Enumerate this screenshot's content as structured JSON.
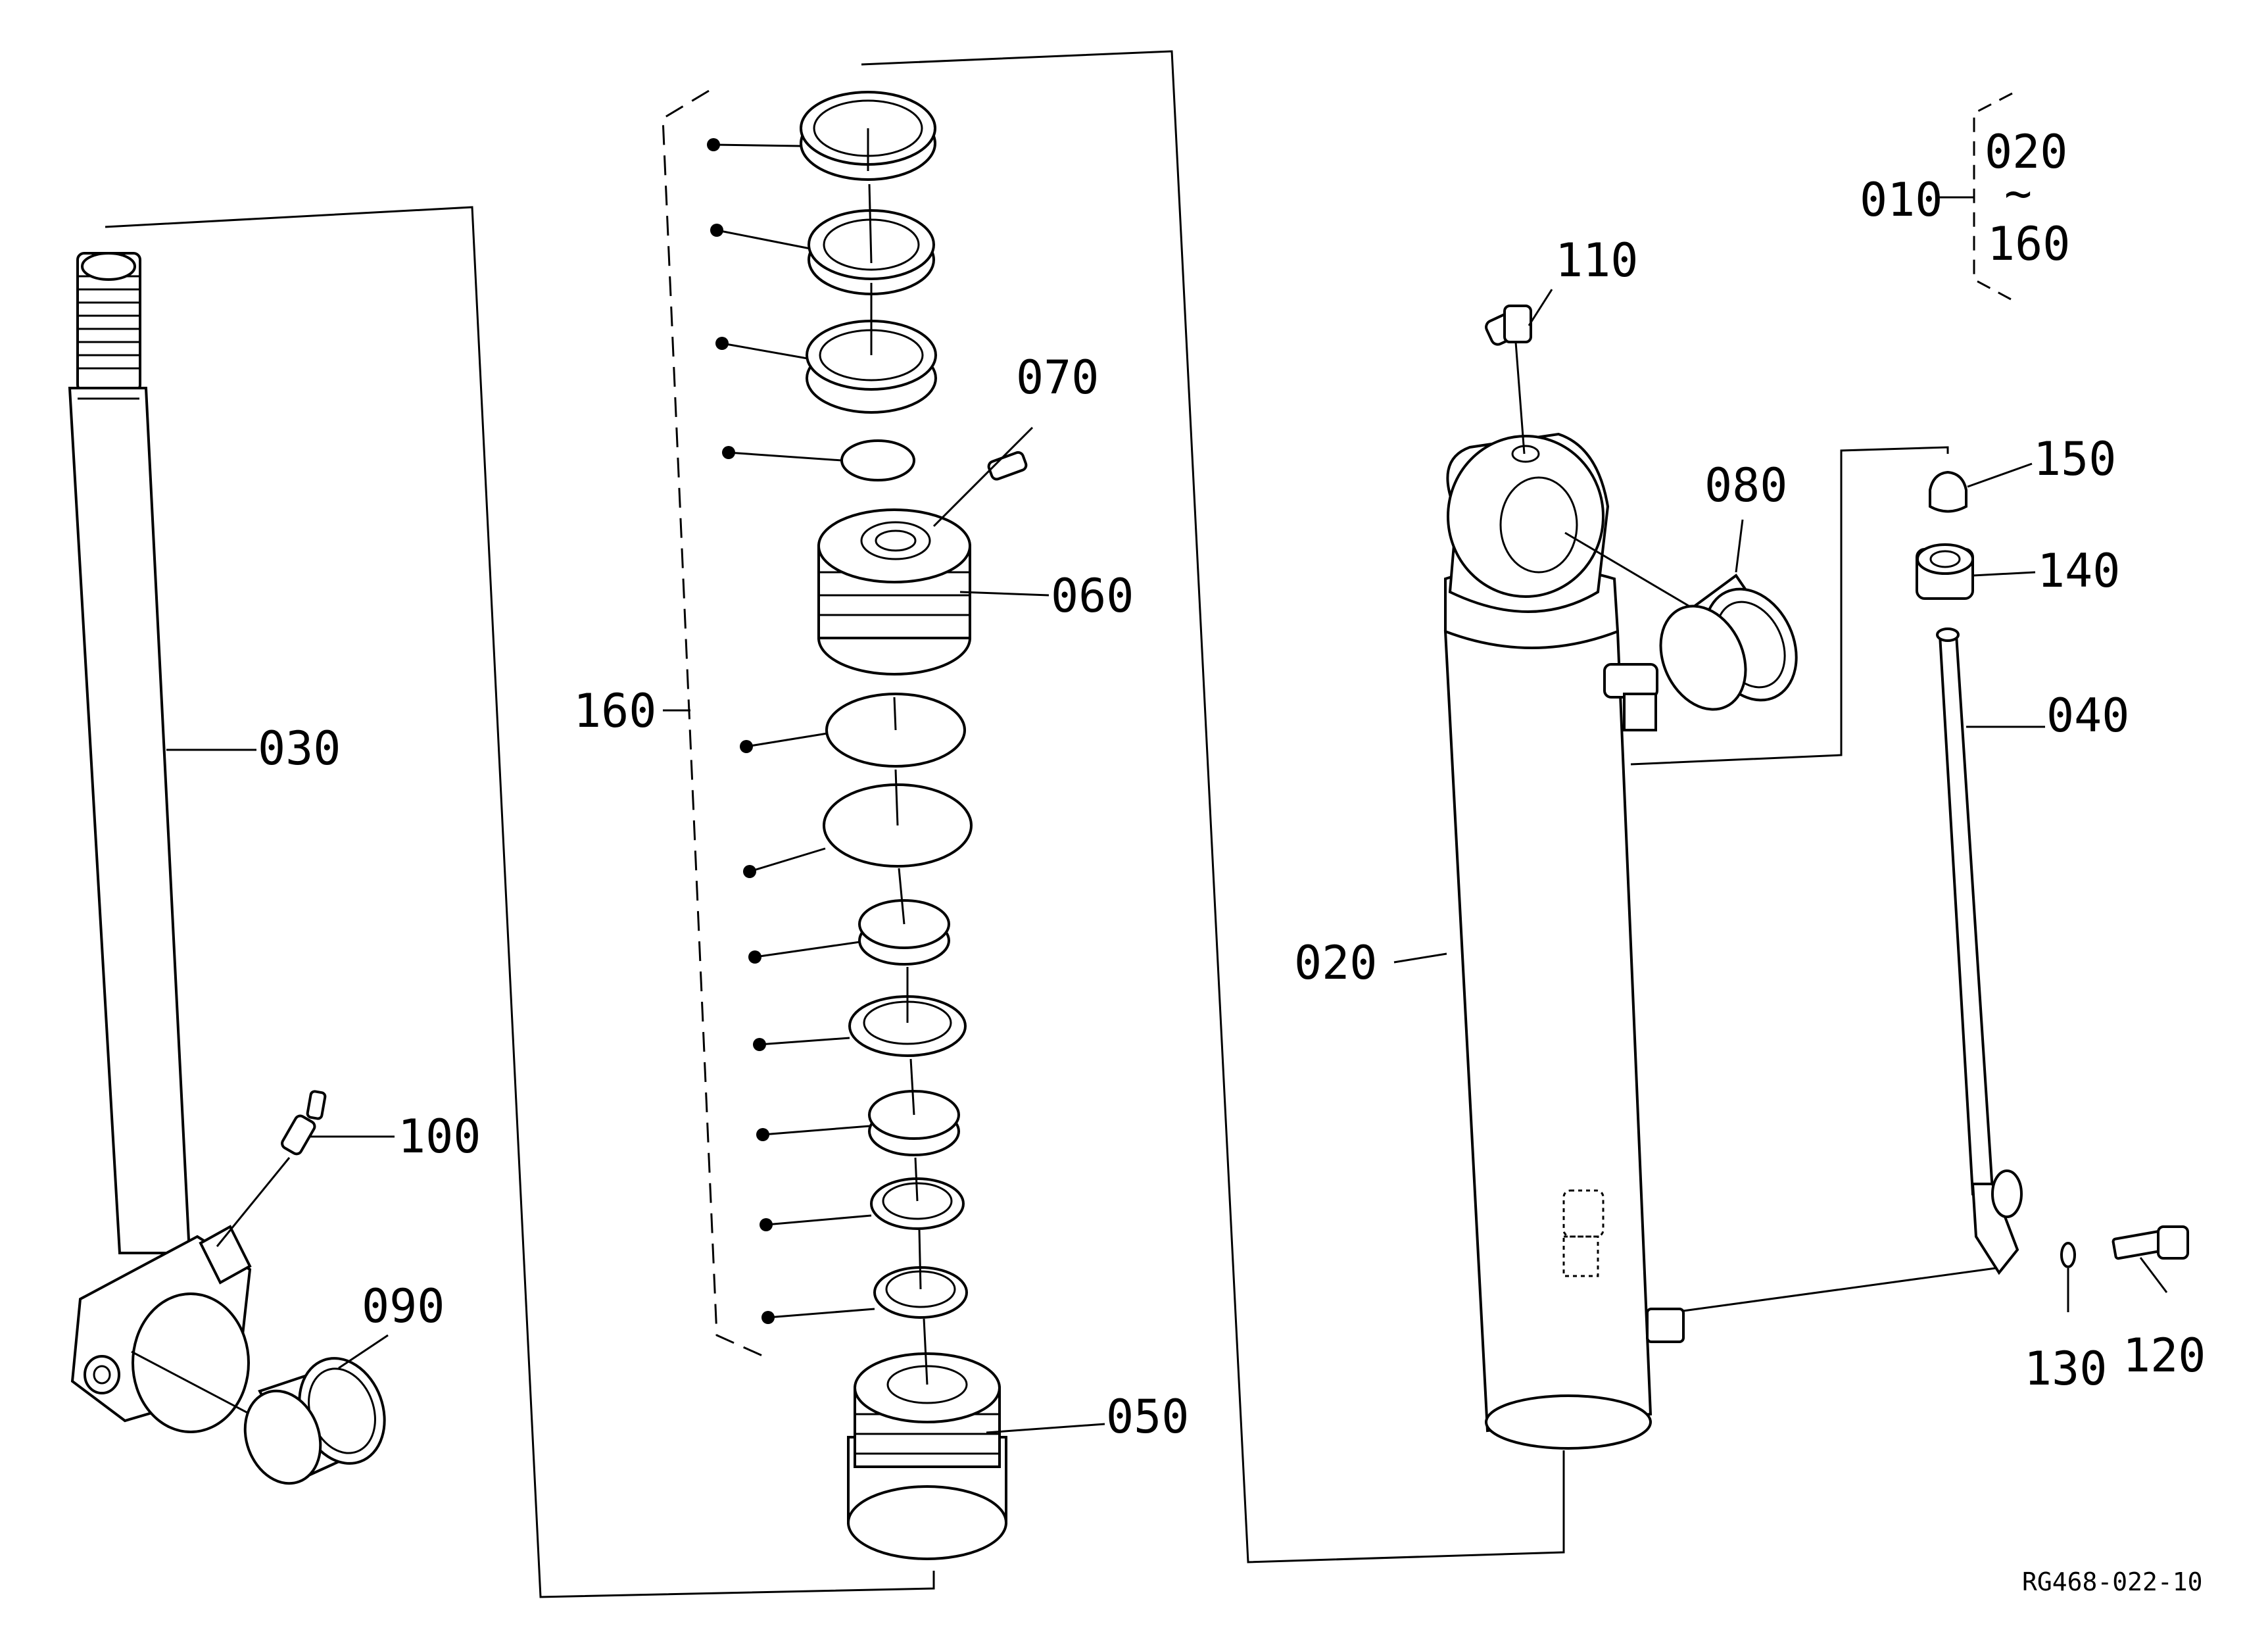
{
  "labels": {
    "p010": "010",
    "p020_range": "020",
    "range_sep": "~",
    "p160_range": "160",
    "p020": "020",
    "p030": "030",
    "p040": "040",
    "p050": "050",
    "p060": "060",
    "p070": "070",
    "p080": "080",
    "p090": "090",
    "p100": "100",
    "p110": "110",
    "p120": "120",
    "p130": "130",
    "p140": "140",
    "p150": "150",
    "p160": "160"
  },
  "drawing_code": "RG468-022-10"
}
